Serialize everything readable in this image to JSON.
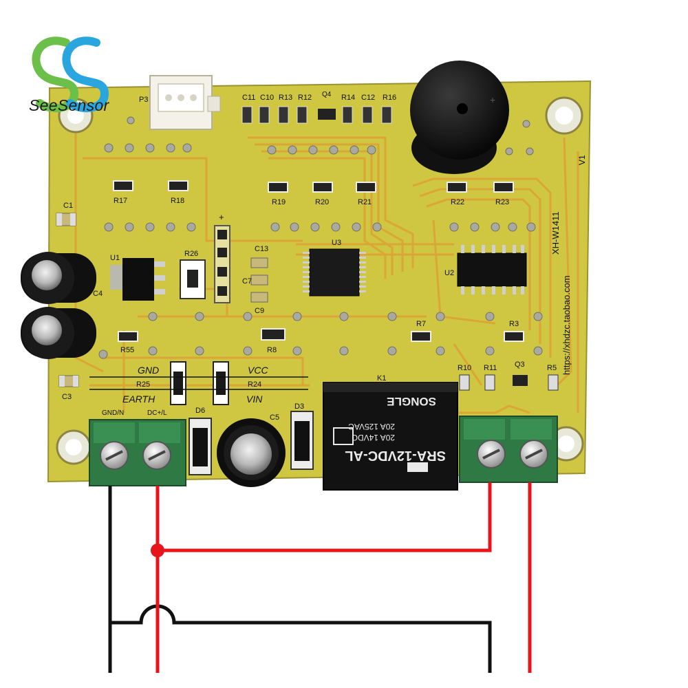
{
  "brand": {
    "name": "SeeSensor",
    "accent_green": "#6cc04a",
    "accent_blue": "#2aa6df"
  },
  "board": {
    "color": "#cfc642",
    "trace_color": "#e0a030",
    "model": "XH-W1411",
    "version": "V1",
    "website": "https://xhdzc.taobao.com",
    "labels": {
      "p3": "P3",
      "c11": "C11",
      "c10": "C10",
      "r13": "R13",
      "r12": "R12",
      "q4": "Q4",
      "r14": "R14",
      "c12": "C12",
      "r16": "R16",
      "r17": "R17",
      "r18": "R18",
      "r19": "R19",
      "r20": "R20",
      "r21": "R21",
      "r22": "R22",
      "r23": "R23",
      "c1": "C1",
      "u1": "U1",
      "r26": "R26",
      "c13": "C13",
      "c7": "C7",
      "c9": "C9",
      "u3": "U3",
      "u2": "U2",
      "c4": "C4",
      "r55": "R55",
      "r8": "R8",
      "r7": "R7",
      "r3": "R3",
      "r10": "R10",
      "r11": "R11",
      "q3": "Q3",
      "r5": "R5",
      "gnd": "GND",
      "vcc": "VCC",
      "r25": "R25",
      "r24": "R24",
      "earth": "EARTH",
      "vin": "VIN",
      "c3": "C3",
      "k1": "K1",
      "d6": "D6",
      "c5": "C5",
      "d3": "D3",
      "plus": "+",
      "gnd_n": "GND/N",
      "dc_l": "DC+/L"
    }
  },
  "relay": {
    "model": "SRA-12VDC-AL",
    "rating_1": "20A 14VDC",
    "rating_2": "20A 125VAC",
    "brand": "SONGLE"
  },
  "wires": {
    "black": "#111111",
    "red": "#e8141c"
  }
}
